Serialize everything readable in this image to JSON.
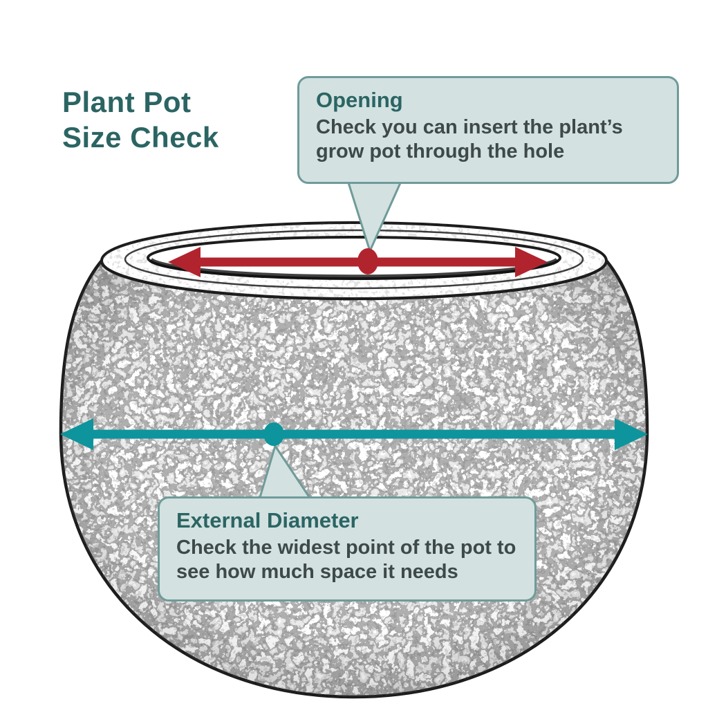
{
  "title": {
    "line1": "Plant Pot",
    "line2": "Size Check"
  },
  "callouts": {
    "opening": {
      "title": "Opening",
      "body": "Check you can insert the plant’s grow pot through the hole"
    },
    "external_diameter": {
      "title": "External Diameter",
      "body": "Check the widest point of the pot to see how much space it needs"
    }
  },
  "colors": {
    "heading_teal": "#2b6563",
    "body_text": "#3e4a49",
    "callout_fill": "#d3e1e1",
    "callout_border": "#6f9b99",
    "opening_arrow_red": "#b1242e",
    "diameter_arrow_teal": "#0e949c",
    "sketch_ink": "#1c1c1c",
    "background": "#ffffff"
  }
}
